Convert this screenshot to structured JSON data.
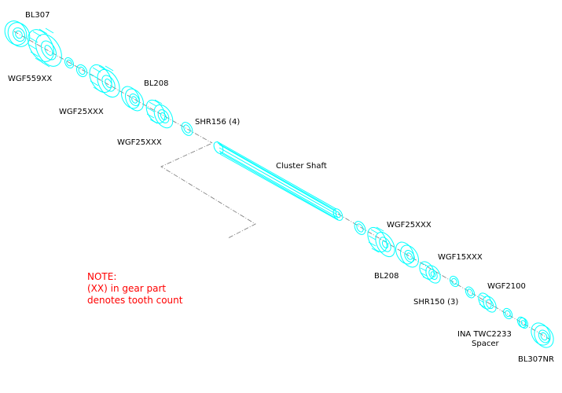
{
  "colors": {
    "part_stroke": "#00ffff",
    "label": "#000000",
    "note": "#ff0000",
    "leader": "#777777",
    "background": "#ffffff"
  },
  "labels": {
    "bl307": "BL307",
    "wgf559xx": "WGF559XX",
    "wgf25xxx_a": "WGF25XXX",
    "bl208_top": "BL208",
    "wgf25xxx_b": "WGF25XXX",
    "shr156": "SHR156 (4)",
    "cluster_shaft": "Cluster Shaft",
    "wgf25xxx_c": "WGF25XXX",
    "bl208_bottom": "BL208",
    "wgf15xxx": "WGF15XXX",
    "shr150": "SHR150 (3)",
    "wgf2100": "WGF2100",
    "ina_line1": "INA TWC2233",
    "ina_line2": "Spacer",
    "bl307nr": "BL307NR"
  },
  "note": {
    "line1": "NOTE:",
    "line2": "(XX) in gear part",
    "line3": "denotes tooth count"
  }
}
